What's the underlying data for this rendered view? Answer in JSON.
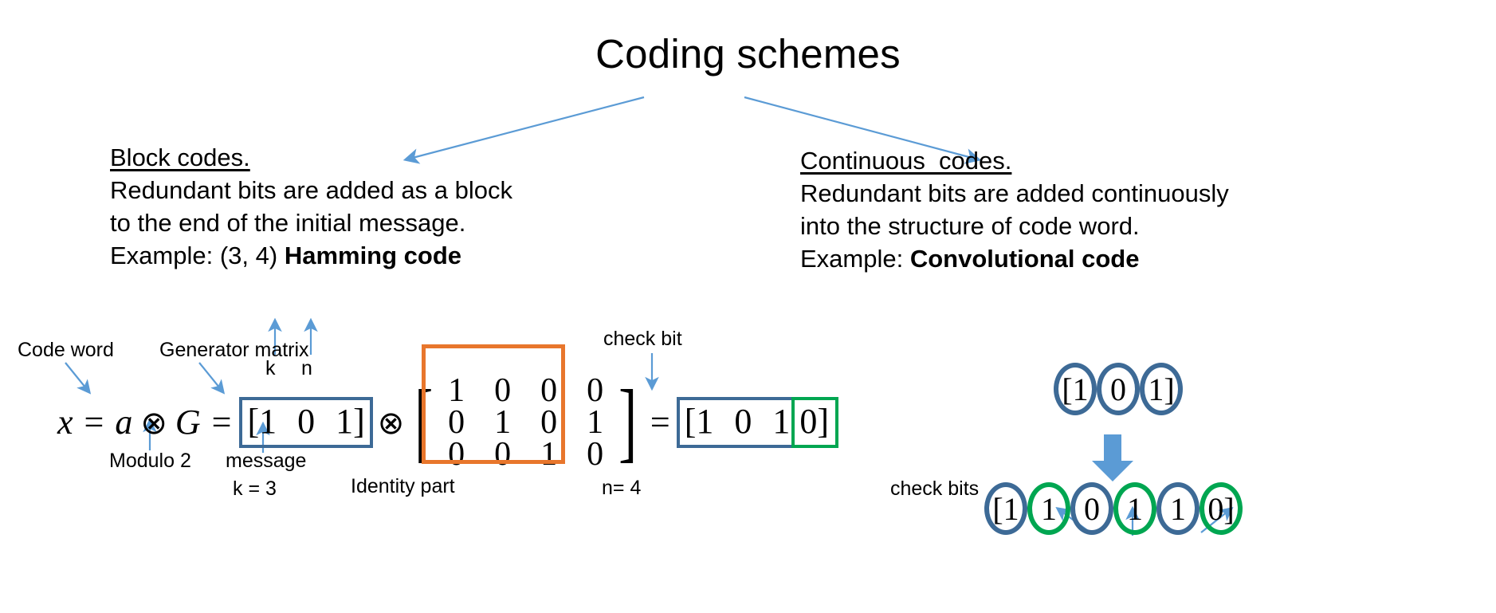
{
  "slide": {
    "title": "Coding schemes",
    "accent_blue": "#3d6a96",
    "accent_green": "#00a651",
    "accent_orange": "#e8762c",
    "arrow_blue": "#5b9bd5"
  },
  "left_column": {
    "heading": "Block codes.",
    "line1": "Redundant bits are added as a block",
    "line2": "to the end of the initial message.",
    "example_prefix": "Example: (3, 4) ",
    "example_bold": "Hamming code"
  },
  "right_column": {
    "heading": "Continuous  codes.",
    "line1": "Redundant bits are added continuously",
    "line2": "into the structure of code word.",
    "example_prefix": "Example: ",
    "example_bold": "Convolutional code"
  },
  "annotations": {
    "k": "k",
    "n": "n",
    "code_word": "Code word",
    "generator_matrix": "Generator matrix",
    "modulo2": "Modulo 2",
    "message": "message",
    "k_equals": "k = 3",
    "identity_part": "Identity part",
    "check_bit": "check bit",
    "n_equals": "n= 4",
    "check_bits": "check bits"
  },
  "equation": {
    "x": "x",
    "eq1": "=",
    "a": "a",
    "otimes1": "⊗",
    "G": "G",
    "eq2": "=",
    "message_vector": {
      "open": "[",
      "bits": [
        "1",
        "0",
        "1"
      ],
      "close": "]"
    },
    "otimes2": "⊗",
    "generator_matrix": {
      "open": "[",
      "close": "]",
      "rows": [
        [
          "1",
          "0",
          "0",
          "0"
        ],
        [
          "0",
          "1",
          "0",
          "1"
        ],
        [
          "0",
          "0",
          "1",
          "0"
        ]
      ],
      "identity_cols": 3
    },
    "eq3": "=",
    "result": {
      "open": "[",
      "data_bits": [
        "1",
        "0",
        "1"
      ],
      "check_bit": "0",
      "close": "]"
    }
  },
  "convolutional": {
    "input_bits": [
      {
        "value": "[1",
        "color": "blue"
      },
      {
        "value": "0",
        "color": "blue"
      },
      {
        "value": "1]",
        "color": "blue"
      }
    ],
    "output_bits": [
      {
        "value": "[1",
        "color": "blue"
      },
      {
        "value": "1",
        "color": "green"
      },
      {
        "value": "0",
        "color": "blue"
      },
      {
        "value": "1",
        "color": "green"
      },
      {
        "value": "1",
        "color": "blue"
      },
      {
        "value": "0]",
        "color": "green"
      }
    ]
  }
}
